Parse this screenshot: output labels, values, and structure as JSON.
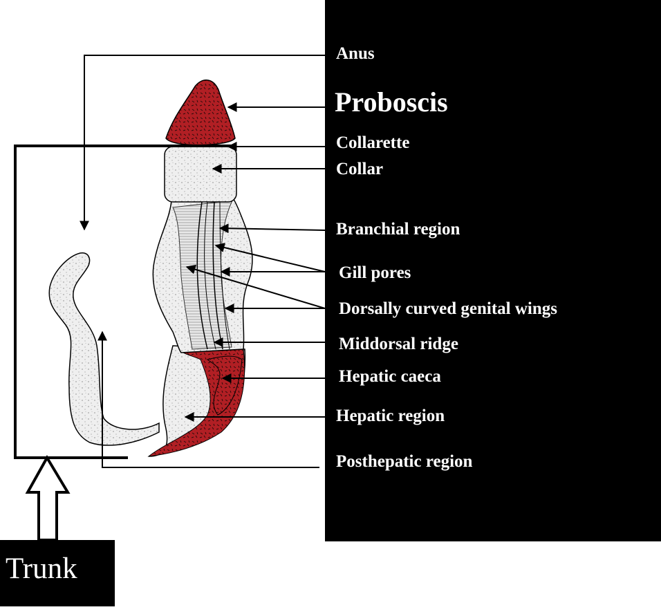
{
  "labels": {
    "anus": "Anus",
    "proboscis": "Proboscis",
    "collarette": "Collarette",
    "collar": "Collar",
    "branchial_region": "Branchial region",
    "gill_pores": "Gill pores",
    "genital_wings": "Dorsally curved genital wings",
    "middorsal_ridge": "Middorsal ridge",
    "hepatic_caeca": "Hepatic caeca",
    "hepatic_region": "Hepatic region",
    "posthepatic_region": "Posthepatic region",
    "trunk": "Trunk"
  },
  "colors": {
    "red_tissue": "#b11f24",
    "stipple_fill": "#efefef",
    "panel": "#000000",
    "label_text": "#ffffff"
  }
}
